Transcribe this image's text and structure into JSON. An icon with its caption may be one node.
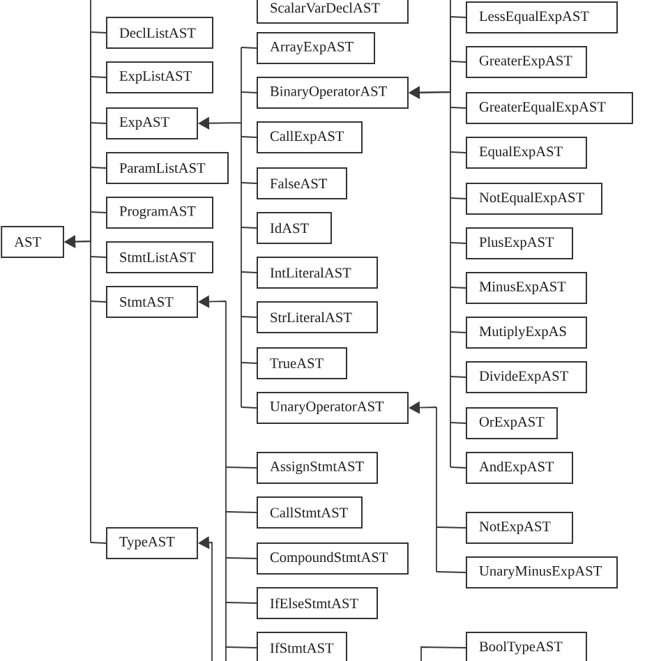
{
  "diagram": {
    "nodes": [
      {
        "text": [
          "AST"
        ]
      },
      {
        "text": [
          "DeclListAST"
        ]
      },
      {
        "text": [
          "ExpListAST"
        ]
      },
      {
        "text": [
          "ExpAST"
        ]
      },
      {
        "text": [
          "ParamListAST"
        ]
      },
      {
        "text": [
          "ProgramAST"
        ]
      },
      {
        "text": [
          "StmtListAST"
        ]
      },
      {
        "text": [
          "StmtAST"
        ]
      },
      {
        "text": [
          "TypeAST"
        ]
      },
      {
        "text": [
          "ScalarVarDeclAST"
        ]
      },
      {
        "text": [
          "ArrayExpAST"
        ]
      },
      {
        "text": [
          "BinaryOperatorAST"
        ]
      },
      {
        "text": [
          "CallExpAST"
        ]
      },
      {
        "text": [
          "FalseAST"
        ]
      },
      {
        "text": [
          "IdAST"
        ]
      },
      {
        "text": [
          "IntLiteralAST"
        ]
      },
      {
        "text": [
          "StrLiteralAST"
        ]
      },
      {
        "text": [
          "TrueAST"
        ]
      },
      {
        "text": [
          "UnaryOperatorAST"
        ]
      },
      {
        "text": [
          "AssignStmtAST"
        ]
      },
      {
        "text": [
          "CallStmtAST"
        ]
      },
      {
        "text": [
          "CompoundStmtAST"
        ]
      },
      {
        "text": [
          "IfElseStmtAST"
        ]
      },
      {
        "text": [
          "IfStmtAST"
        ]
      },
      {
        "text": [
          "LessEqualExpAST"
        ]
      },
      {
        "text": [
          "GreaterExpAST"
        ]
      },
      {
        "text": [
          "GreaterEqualExpAST"
        ]
      },
      {
        "text": [
          "EqualExpAST"
        ]
      },
      {
        "text": [
          "NotEqualExpAST"
        ]
      },
      {
        "text": [
          "PlusExpAST"
        ]
      },
      {
        "text": [
          "MinusExpAST"
        ]
      },
      {
        "text": [
          "MutiplyExpAS"
        ]
      },
      {
        "text": [
          "DivideExpAST"
        ]
      },
      {
        "text": [
          "OrExpAST"
        ]
      },
      {
        "text": [
          "AndExpAST"
        ]
      },
      {
        "text": [
          "NotExpAST"
        ]
      },
      {
        "text": [
          "UnaryMinusExpAST"
        ]
      },
      {
        "text": [
          "BoolTypeAST"
        ]
      }
    ],
    "edges": [
      {
        "from": null,
        "to": 0,
        "arrow": "to"
      },
      {
        "from": 1,
        "to": 0,
        "arrow": "to"
      },
      {
        "from": 2,
        "to": 0,
        "arrow": "to"
      },
      {
        "from": 3,
        "to": 0,
        "arrow": "to"
      },
      {
        "from": 4,
        "to": 0,
        "arrow": "to"
      },
      {
        "from": 5,
        "to": 0,
        "arrow": "to"
      },
      {
        "from": 6,
        "to": 0,
        "arrow": "to"
      },
      {
        "from": 7,
        "to": 0,
        "arrow": "to"
      },
      {
        "from": 8,
        "to": 0,
        "arrow": "to"
      },
      {
        "from": 10,
        "to": 3,
        "arrow": "to"
      },
      {
        "from": 11,
        "to": 3,
        "arrow": "to"
      },
      {
        "from": 12,
        "to": 3,
        "arrow": "to"
      },
      {
        "from": 13,
        "to": 3,
        "arrow": "to"
      },
      {
        "from": 14,
        "to": 3,
        "arrow": "to"
      },
      {
        "from": 15,
        "to": 3,
        "arrow": "to"
      },
      {
        "from": 16,
        "to": 3,
        "arrow": "to"
      },
      {
        "from": 17,
        "to": 3,
        "arrow": "to"
      },
      {
        "from": 18,
        "to": 3,
        "arrow": "to"
      },
      {
        "from": 19,
        "to": 7,
        "arrow": "to"
      },
      {
        "from": 20,
        "to": 7,
        "arrow": "to"
      },
      {
        "from": 21,
        "to": 7,
        "arrow": "to"
      },
      {
        "from": 22,
        "to": 7,
        "arrow": "to"
      },
      {
        "from": 23,
        "to": 7,
        "arrow": "to"
      },
      {
        "from": null,
        "to": 7,
        "arrow": "to"
      },
      {
        "from": null,
        "to": 11,
        "arrow": "to"
      },
      {
        "from": 24,
        "to": 11,
        "arrow": "to"
      },
      {
        "from": 25,
        "to": 11,
        "arrow": "to"
      },
      {
        "from": 26,
        "to": 11,
        "arrow": "to"
      },
      {
        "from": 27,
        "to": 11,
        "arrow": "to"
      },
      {
        "from": 28,
        "to": 11,
        "arrow": "to"
      },
      {
        "from": 29,
        "to": 11,
        "arrow": "to"
      },
      {
        "from": 30,
        "to": 11,
        "arrow": "to"
      },
      {
        "from": 31,
        "to": 11,
        "arrow": "to"
      },
      {
        "from": 32,
        "to": 11,
        "arrow": "to"
      },
      {
        "from": 33,
        "to": 11,
        "arrow": "to"
      },
      {
        "from": 34,
        "to": 11,
        "arrow": "to"
      },
      {
        "from": 35,
        "to": 18,
        "arrow": "to"
      },
      {
        "from": 36,
        "to": 18,
        "arrow": "to"
      },
      {
        "from": 37,
        "to": 8,
        "arrow": "to"
      }
    ]
  }
}
